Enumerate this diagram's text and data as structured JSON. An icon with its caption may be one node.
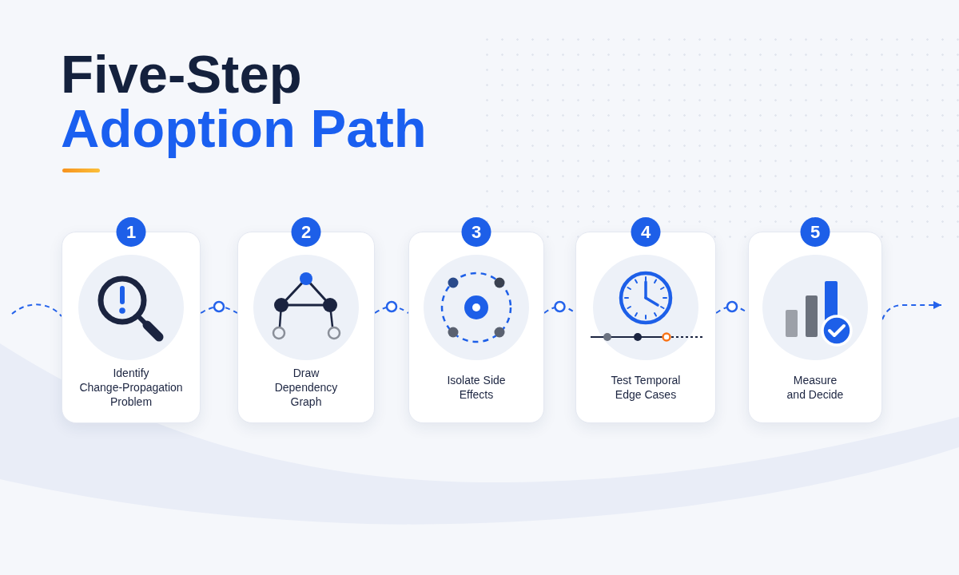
{
  "diagram": {
    "title": "Five-Step Adoption Path",
    "nodes": [
      {
        "text": [
          "1",
          "Identify Change-Propagation Problem"
        ]
      },
      {
        "text": [
          "2",
          "Draw Dependency Graph"
        ]
      },
      {
        "text": [
          "3",
          "Isolate Side Effects"
        ]
      },
      {
        "text": [
          "4",
          "Test Temporal Edge Cases"
        ]
      },
      {
        "text": [
          "5",
          "Measure and Decide"
        ]
      }
    ],
    "edges": [
      {
        "from": null,
        "to": 0,
        "arrow": "none",
        "style": "dashed"
      },
      {
        "from": 0,
        "to": 1,
        "arrow": "none",
        "style": "dashed"
      },
      {
        "from": 1,
        "to": 2,
        "arrow": "none",
        "style": "dashed"
      },
      {
        "from": 2,
        "to": 3,
        "arrow": "none",
        "style": "dashed"
      },
      {
        "from": 3,
        "to": 4,
        "arrow": "none",
        "style": "dashed"
      },
      {
        "from": 4,
        "to": null,
        "arrow": "to",
        "style": "dashed"
      }
    ]
  }
}
